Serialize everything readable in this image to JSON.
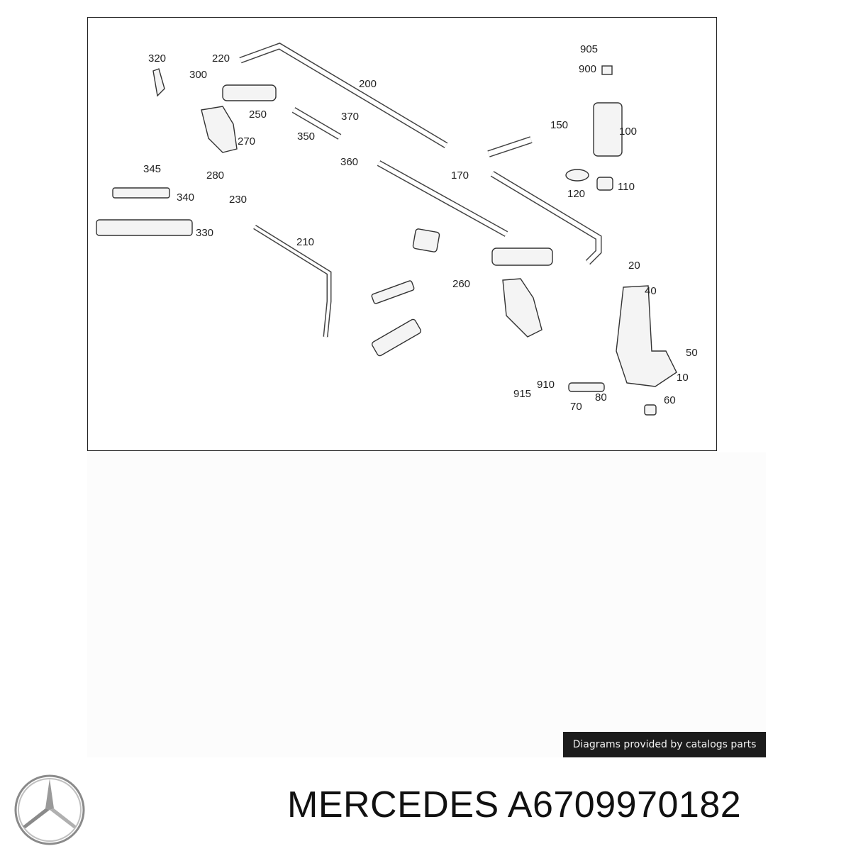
{
  "diagram": {
    "part_labels": [
      "320",
      "300",
      "220",
      "200",
      "250",
      "370",
      "270",
      "350",
      "360",
      "345",
      "280",
      "340",
      "330",
      "230",
      "210",
      "905",
      "900",
      "150",
      "100",
      "170",
      "120",
      "110",
      "260",
      "20",
      "40",
      "50",
      "10",
      "910",
      "915",
      "80",
      "70",
      "60"
    ]
  },
  "credit": {
    "text": "Diagrams provided by catalogs parts"
  },
  "brand": {
    "title": "MERCEDES A6709970182",
    "logo": "mercedes-star-logo"
  }
}
